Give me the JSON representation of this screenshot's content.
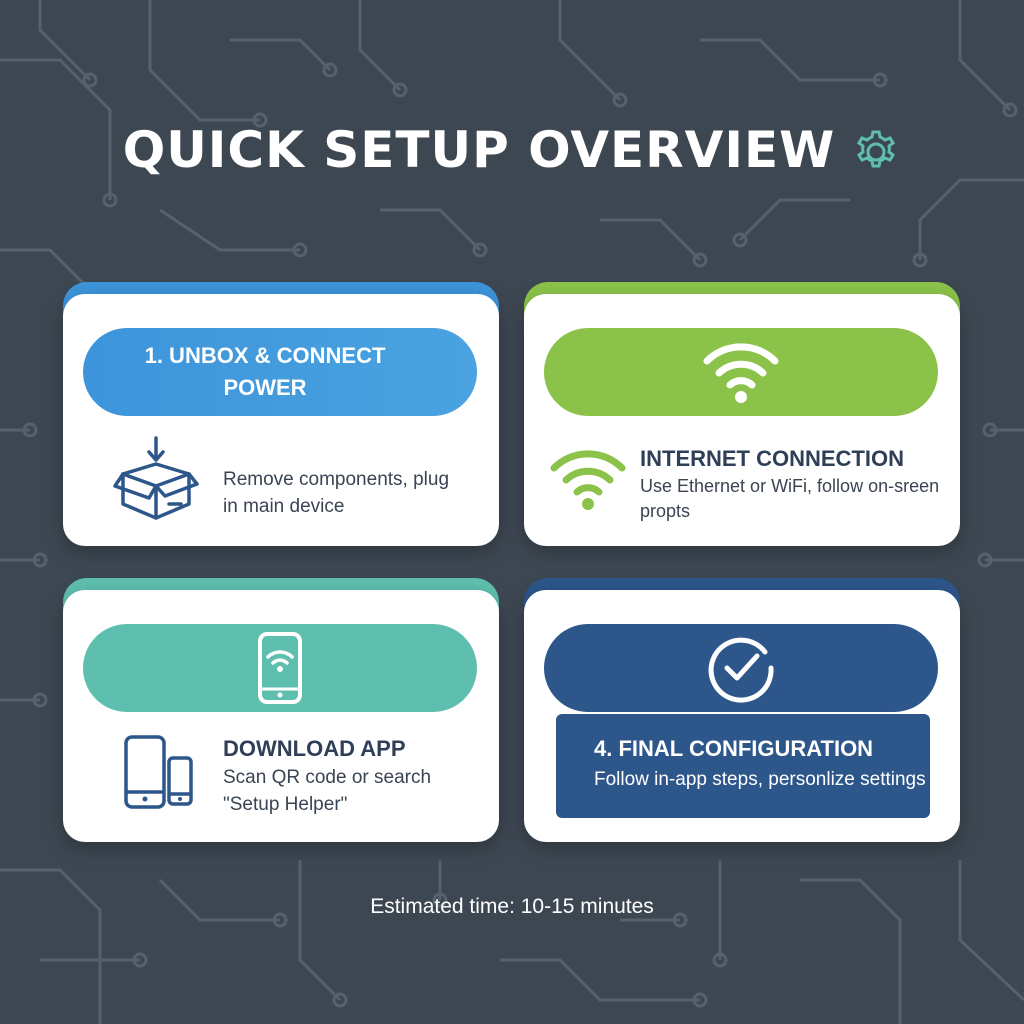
{
  "title": "QUICK SETUP OVERVIEW",
  "title_icon": "gear-icon",
  "colors": {
    "background": "#3d4752",
    "blue": "#3d94da",
    "green": "#8bc34a",
    "teal": "#5fbfae",
    "navy": "#2d568b"
  },
  "cards": [
    {
      "pill_text": "1. UNBOX & CONNECT POWER",
      "icon": "open-box-icon",
      "heading": "",
      "description": "Remove components, plug in main device"
    },
    {
      "pill_icon": "wifi-icon",
      "icon": "wifi-icon",
      "heading": "INTERNET CONNECTION",
      "description": "Use Ethernet or WiFi, follow on-sreen propts"
    },
    {
      "pill_icon": "phone-wifi-icon",
      "icon": "devices-icon",
      "heading": "DOWNLOAD APP",
      "description": "Scan QR code or search \"Setup Helper\""
    },
    {
      "pill_icon": "checkmark-circle-icon",
      "heading": "4. FINAL CONFIGURATION",
      "description": "Follow in-app steps, personlize settings"
    }
  ],
  "footer": "Estimated time: 10-15 minutes"
}
